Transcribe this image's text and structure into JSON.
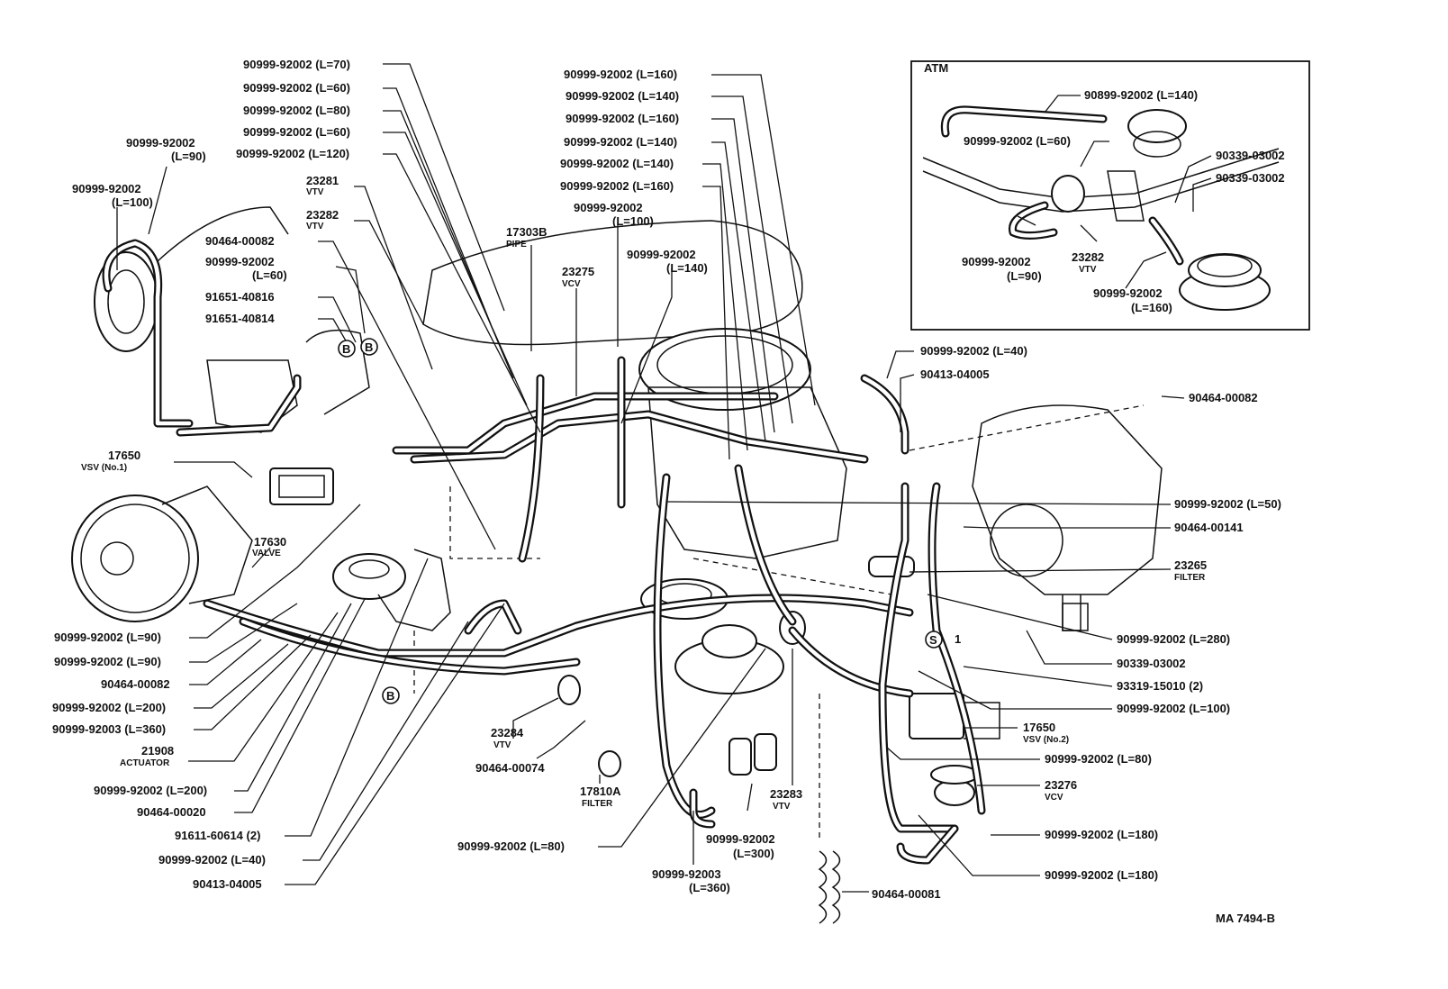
{
  "inset": {
    "title": "ATM"
  },
  "reference_code": "MA 7494-B",
  "callouts": [
    {
      "id": "c01",
      "text": "90999-92002 (L=70)"
    },
    {
      "id": "c02",
      "text": "90999-92002 (L=60)"
    },
    {
      "id": "c03",
      "text": "90999-92002 (L=80)"
    },
    {
      "id": "c04",
      "text": "90999-92002 (L=60)"
    },
    {
      "id": "c05",
      "text": "90999-92002 (L=120)"
    },
    {
      "id": "c06",
      "text": "90999-92002"
    },
    {
      "id": "c06b",
      "text": "(L=90)"
    },
    {
      "id": "c07",
      "text": "90999-92002"
    },
    {
      "id": "c07b",
      "text": "(L=100)"
    },
    {
      "id": "c08",
      "text": "23281"
    },
    {
      "id": "c08b",
      "text": "VTV"
    },
    {
      "id": "c09",
      "text": "23282"
    },
    {
      "id": "c09b",
      "text": "VTV"
    },
    {
      "id": "c10",
      "text": "90464-00082"
    },
    {
      "id": "c11",
      "text": "90999-92002"
    },
    {
      "id": "c11b",
      "text": "(L=60)"
    },
    {
      "id": "c12",
      "text": "91651-40816"
    },
    {
      "id": "c13",
      "text": "91651-40814"
    },
    {
      "id": "c14",
      "text": "17303B"
    },
    {
      "id": "c14b",
      "text": "PIPE"
    },
    {
      "id": "c15",
      "text": "23275"
    },
    {
      "id": "c15b",
      "text": "VCV"
    },
    {
      "id": "c16",
      "text": "90999-92002 (L=160)"
    },
    {
      "id": "c17",
      "text": "90999-92002 (L=140)"
    },
    {
      "id": "c18",
      "text": "90999-92002 (L=160)"
    },
    {
      "id": "c19",
      "text": "90999-92002 (L=140)"
    },
    {
      "id": "c20",
      "text": "90999-92002 (L=140)"
    },
    {
      "id": "c21",
      "text": "90999-92002 (L=160)"
    },
    {
      "id": "c22",
      "text": "90999-92002"
    },
    {
      "id": "c22b",
      "text": "(L=100)"
    },
    {
      "id": "c23",
      "text": "90999-92002"
    },
    {
      "id": "c23b",
      "text": "(L=140)"
    },
    {
      "id": "c24",
      "text": "17650"
    },
    {
      "id": "c24b",
      "text": "VSV (No.1)"
    },
    {
      "id": "c25",
      "text": "17630"
    },
    {
      "id": "c25b",
      "text": "VALVE"
    },
    {
      "id": "c26",
      "text": "90999-92002 (L=90)"
    },
    {
      "id": "c27",
      "text": "90999-92002 (L=90)"
    },
    {
      "id": "c28",
      "text": "90464-00082"
    },
    {
      "id": "c29",
      "text": "90999-92002 (L=200)"
    },
    {
      "id": "c30",
      "text": "90999-92003 (L=360)"
    },
    {
      "id": "c31",
      "text": "21908"
    },
    {
      "id": "c31b",
      "text": "ACTUATOR"
    },
    {
      "id": "c32",
      "text": "90999-92002 (L=200)"
    },
    {
      "id": "c33",
      "text": "90464-00020"
    },
    {
      "id": "c34",
      "text": "91611-60614 (2)"
    },
    {
      "id": "c35",
      "text": "90999-92002 (L=40)"
    },
    {
      "id": "c36",
      "text": "90413-04005"
    },
    {
      "id": "c37",
      "text": "23284"
    },
    {
      "id": "c37b",
      "text": "VTV"
    },
    {
      "id": "c38",
      "text": "90464-00074"
    },
    {
      "id": "c39",
      "text": "17810A"
    },
    {
      "id": "c39b",
      "text": "FILTER"
    },
    {
      "id": "c40",
      "text": "90999-92002 (L=80)"
    },
    {
      "id": "c41",
      "text": "90999-92002"
    },
    {
      "id": "c41b",
      "text": "(L=300)"
    },
    {
      "id": "c42",
      "text": "90999-92003"
    },
    {
      "id": "c42b",
      "text": "(L=360)"
    },
    {
      "id": "c43",
      "text": "23283"
    },
    {
      "id": "c43b",
      "text": "VTV"
    },
    {
      "id": "c44",
      "text": "90464-00081"
    },
    {
      "id": "c45",
      "text": "90999-92002 (L=40)"
    },
    {
      "id": "c46",
      "text": "90413-04005"
    },
    {
      "id": "c47",
      "text": "90464-00082"
    },
    {
      "id": "c48",
      "text": "90999-92002 (L=50)"
    },
    {
      "id": "c49",
      "text": "90464-00141"
    },
    {
      "id": "c50",
      "text": "23265"
    },
    {
      "id": "c50b",
      "text": "FILTER"
    },
    {
      "id": "c51",
      "text": "90999-92002 (L=280)"
    },
    {
      "id": "c52",
      "text": "90339-03002"
    },
    {
      "id": "c53",
      "text": "93319-15010 (2)"
    },
    {
      "id": "c54",
      "text": "90999-92002 (L=100)"
    },
    {
      "id": "c55",
      "text": "17650"
    },
    {
      "id": "c55b",
      "text": "VSV (No.2)"
    },
    {
      "id": "c56",
      "text": "90999-92002 (L=80)"
    },
    {
      "id": "c57",
      "text": "23276"
    },
    {
      "id": "c57b",
      "text": "VCV"
    },
    {
      "id": "c58",
      "text": "90999-92002 (L=180)"
    },
    {
      "id": "c59",
      "text": "90999-92002 (L=180)"
    },
    {
      "id": "c60",
      "text": "90899-92002 (L=140)"
    },
    {
      "id": "c61",
      "text": "90999-92002 (L=60)"
    },
    {
      "id": "c62",
      "text": "90339-03002"
    },
    {
      "id": "c63",
      "text": "90339-03002"
    },
    {
      "id": "c64",
      "text": "90999-92002"
    },
    {
      "id": "c64b",
      "text": "(L=90)"
    },
    {
      "id": "c65",
      "text": "23282"
    },
    {
      "id": "c65b",
      "text": "VTV"
    },
    {
      "id": "c66",
      "text": "90999-92002"
    },
    {
      "id": "c66b",
      "text": "(L=160)"
    }
  ],
  "markers": [
    {
      "id": "m1",
      "text": "B"
    },
    {
      "id": "m2",
      "text": "B"
    },
    {
      "id": "m3",
      "text": "B"
    },
    {
      "id": "m4",
      "text": "S"
    },
    {
      "id": "m5",
      "text": "1"
    }
  ]
}
